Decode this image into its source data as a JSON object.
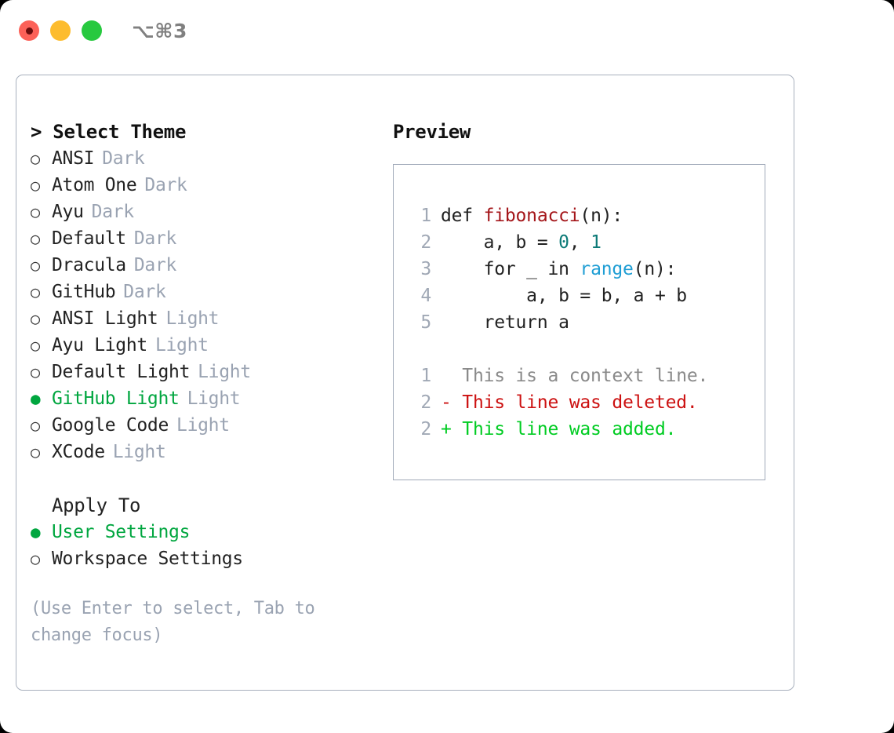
{
  "titlebar": {
    "shortcut": "⌥⌘3",
    "lights": [
      {
        "name": "close",
        "color": "#fc6158"
      },
      {
        "name": "minimize",
        "color": "#fdbc2e"
      },
      {
        "name": "zoom",
        "color": "#27c93f"
      }
    ]
  },
  "theme_picker": {
    "heading": "> Select Theme",
    "marker_off": "○",
    "marker_on": "●",
    "accent_color": "#00a63f",
    "tag_color": "#9aa3b2",
    "items": [
      {
        "label": "ANSI",
        "tag": "Dark",
        "selected": false
      },
      {
        "label": "Atom One",
        "tag": "Dark",
        "selected": false
      },
      {
        "label": "Ayu",
        "tag": "Dark",
        "selected": false
      },
      {
        "label": "Default",
        "tag": "Dark",
        "selected": false
      },
      {
        "label": "Dracula",
        "tag": "Dark",
        "selected": false
      },
      {
        "label": "GitHub",
        "tag": "Dark",
        "selected": false
      },
      {
        "label": "ANSI Light",
        "tag": "Light",
        "selected": false
      },
      {
        "label": "Ayu Light",
        "tag": "Light",
        "selected": false
      },
      {
        "label": "Default Light",
        "tag": "Light",
        "selected": false
      },
      {
        "label": "GitHub Light",
        "tag": "Light",
        "selected": true
      },
      {
        "label": "Google Code",
        "tag": "Light",
        "selected": false
      },
      {
        "label": "XCode",
        "tag": "Light",
        "selected": false
      }
    ]
  },
  "apply_to": {
    "heading": "Apply To",
    "items": [
      {
        "label": "User Settings",
        "selected": true
      },
      {
        "label": "Workspace Settings",
        "selected": false
      }
    ]
  },
  "hint": "(Use Enter to select, Tab to change focus)",
  "preview": {
    "title": "Preview",
    "code_lines": [
      {
        "number": "1",
        "tokens": [
          {
            "text": "def ",
            "type": "plain"
          },
          {
            "text": "fibonacci",
            "type": "fn"
          },
          {
            "text": "(n):",
            "type": "plain"
          }
        ]
      },
      {
        "number": "2",
        "tokens": [
          {
            "text": "    a, b = ",
            "type": "plain"
          },
          {
            "text": "0",
            "type": "num"
          },
          {
            "text": ", ",
            "type": "plain"
          },
          {
            "text": "1",
            "type": "num"
          }
        ]
      },
      {
        "number": "3",
        "tokens": [
          {
            "text": "    for _ in ",
            "type": "plain"
          },
          {
            "text": "range",
            "type": "call"
          },
          {
            "text": "(n):",
            "type": "plain"
          }
        ]
      },
      {
        "number": "4",
        "tokens": [
          {
            "text": "        a, b = b, a + b",
            "type": "plain"
          }
        ]
      },
      {
        "number": "5",
        "tokens": [
          {
            "text": "    return a",
            "type": "plain"
          }
        ]
      }
    ],
    "diff_lines": [
      {
        "number": "1",
        "text": "  This is a context line.",
        "kind": "ctx"
      },
      {
        "number": "2",
        "text": "- This line was deleted.",
        "kind": "del"
      },
      {
        "number": "2",
        "text": "+ This line was added.",
        "kind": "add"
      }
    ],
    "colors": {
      "function": "#a4161a",
      "number": "#0c7a77",
      "call": "#1f9ed4",
      "context": "#8a8a8a",
      "deleted": "#cc1111",
      "added": "#00cc22",
      "gutter": "#a0a8b5"
    }
  }
}
